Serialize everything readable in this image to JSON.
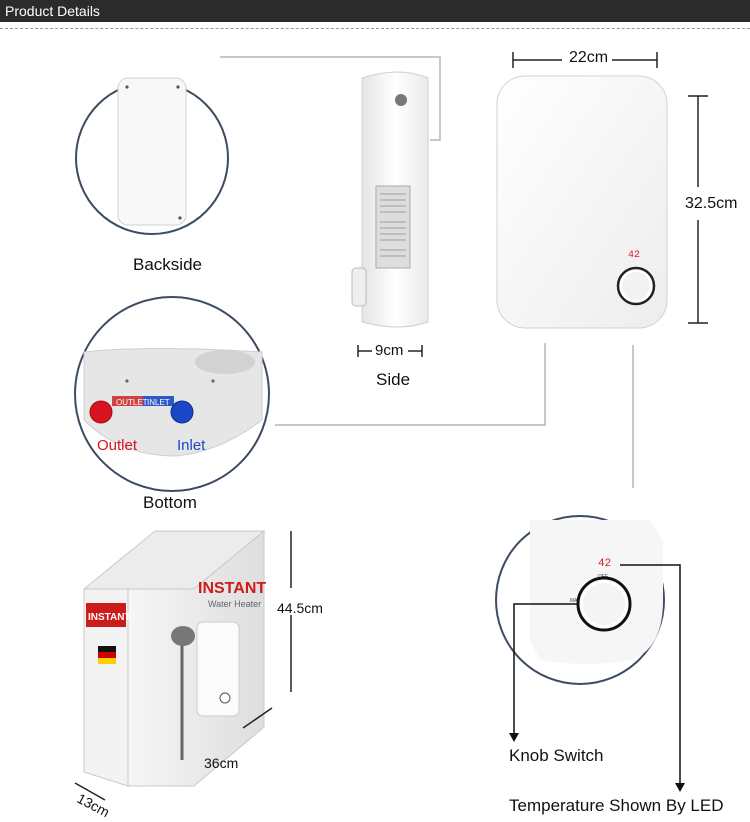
{
  "header": {
    "title": "Product Details"
  },
  "labels": {
    "backside": "Backside",
    "side": "Side",
    "bottom": "Bottom",
    "outlet": "Outlet",
    "inlet": "Inlet",
    "knob_switch": "Knob Switch",
    "temperature_led": "Temperature Shown By LED"
  },
  "dimensions": {
    "width": "22cm",
    "height": "32.5cm",
    "depth": "9cm",
    "box_height": "44.5cm",
    "box_width": "36cm",
    "box_depth": "13cm"
  },
  "heater": {
    "led_value": "42",
    "knob_off": "OFF",
    "knob_max": "MAX",
    "pipe_outlet": "OUTLET",
    "pipe_inlet": "INLET"
  },
  "box": {
    "brand": "INSTANT",
    "subtitle": "Water Heater"
  },
  "colors": {
    "header_bg": "#2b2b2b",
    "outlet": "#d8121f",
    "inlet": "#1a47c8",
    "led": "#e01818"
  }
}
